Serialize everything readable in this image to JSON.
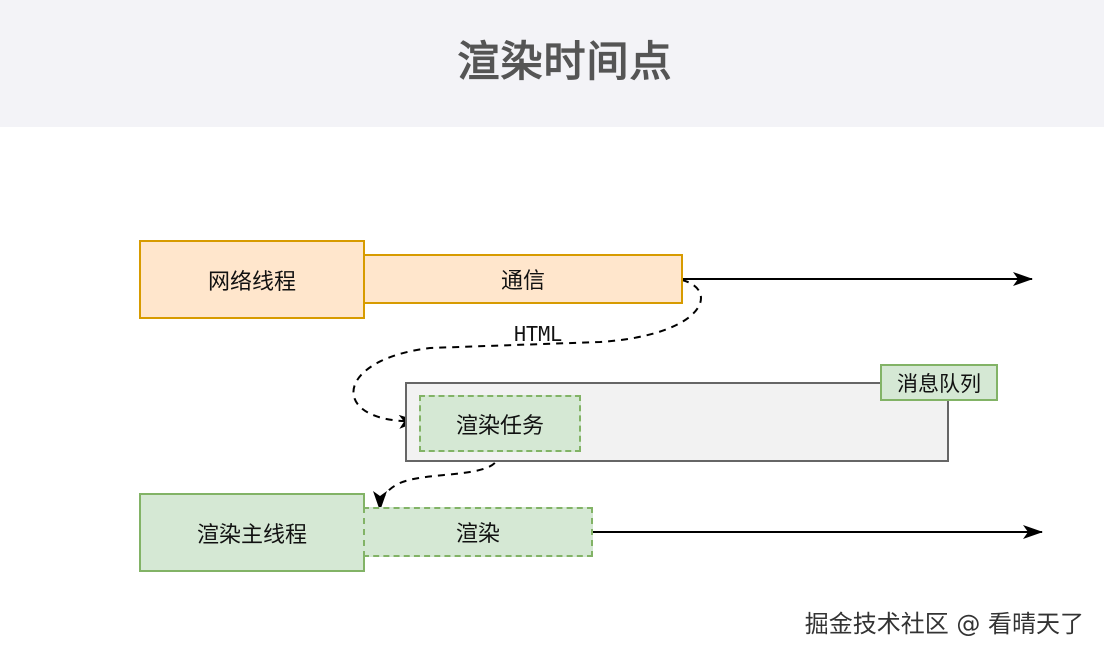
{
  "header": {
    "title": "渲染时间点"
  },
  "diagram": {
    "network_thread": "网络线程",
    "communication": "通信",
    "html_label": "HTML",
    "message_queue": "消息队列",
    "render_task": "渲染任务",
    "render_main_thread": "渲染主线程",
    "render": "渲染"
  },
  "watermark": "掘金技术社区 @ 看晴天了",
  "colors": {
    "header_bg": "#f3f3f7",
    "orange_fill": "#ffe6cc",
    "orange_stroke": "#d79b00",
    "green_fill": "#d5e8d4",
    "green_stroke": "#82b366",
    "queue_fill": "#f2f2f2",
    "queue_stroke": "#666666"
  }
}
